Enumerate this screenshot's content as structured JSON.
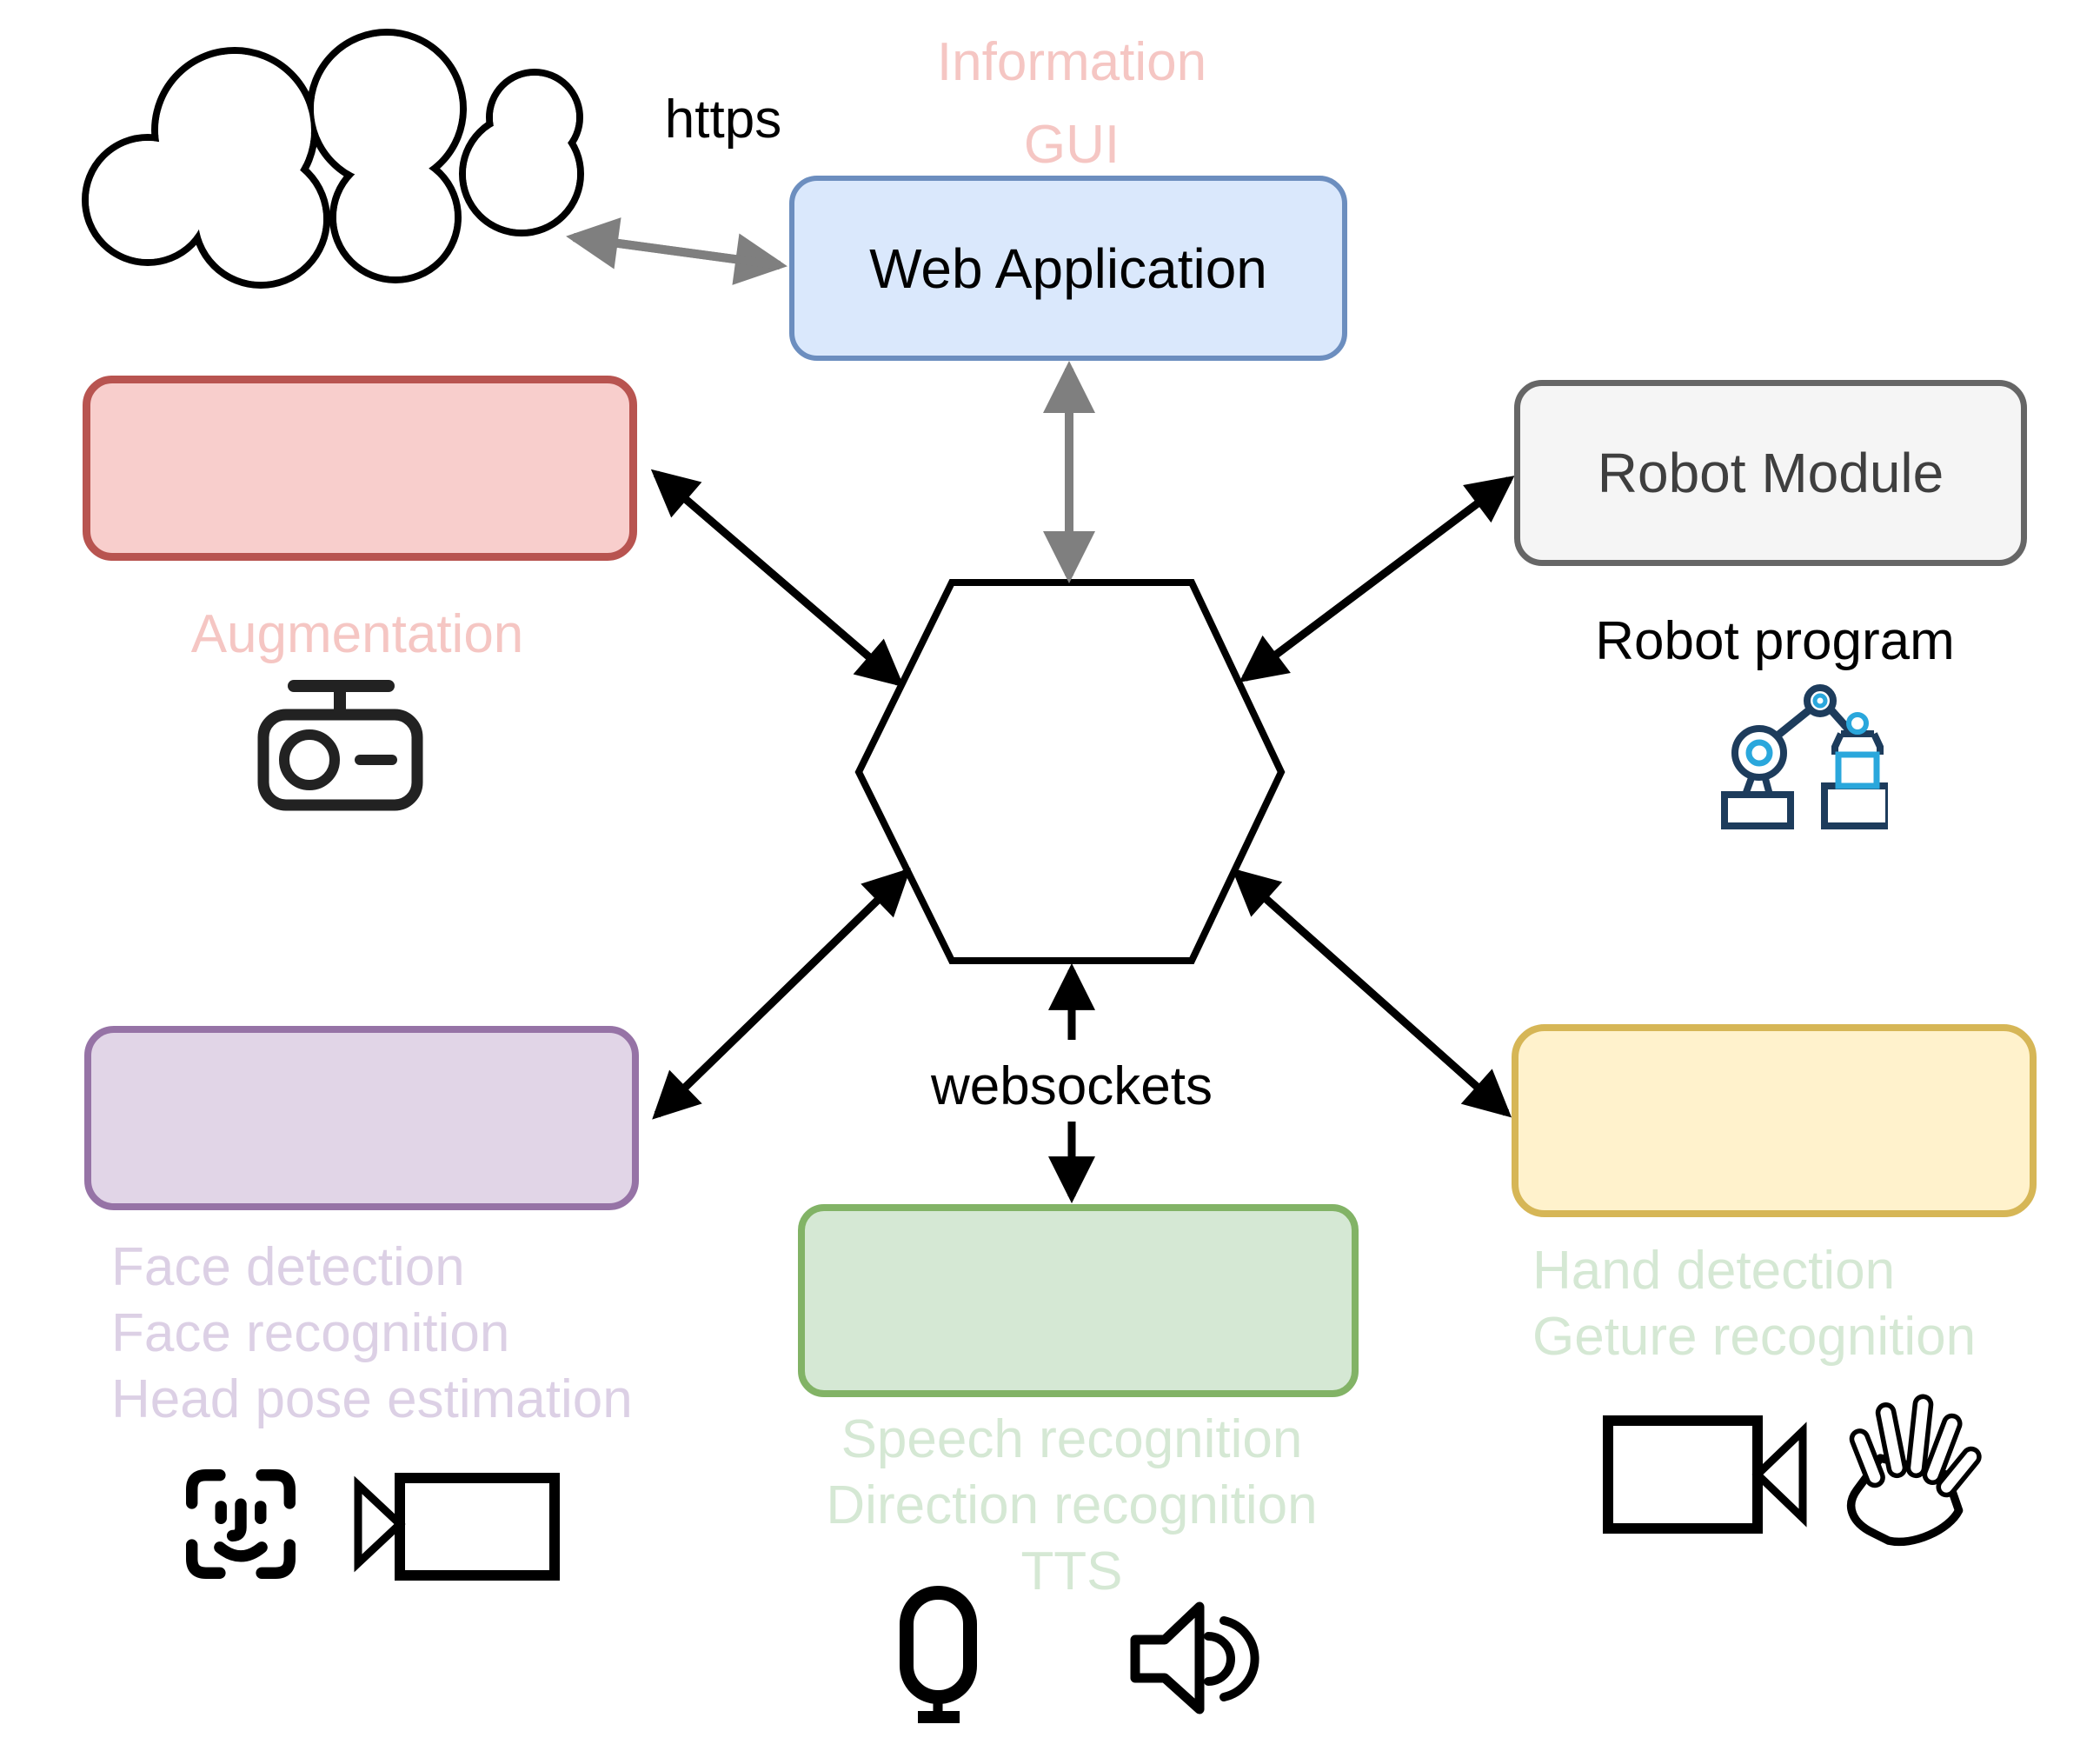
{
  "colors": {
    "blue_fill": "#dae8fc",
    "blue_stroke": "#6c8ebf",
    "red_fill": "#f8cecc",
    "red_stroke": "#b85450",
    "purple_fill": "#e1d5e7",
    "purple_stroke": "#9673a6",
    "green_fill": "#d5e8d4",
    "green_stroke": "#82b366",
    "yellow_fill": "#fff2cc",
    "yellow_stroke": "#d6b656",
    "gray_fill": "#f5f5f5",
    "gray_stroke": "#666666",
    "pink_text": "#f5c6c3",
    "purple_text": "#dcd0e5",
    "pale_green_text": "#d5e8d4",
    "gray_arrow": "#7f7f7f",
    "black_arrow": "#000000",
    "robot_icon_navy": "#1d3c5c",
    "robot_icon_cyan": "#2aa7dc"
  },
  "edges": {
    "https": "https",
    "websockets": "websockets"
  },
  "web_application": {
    "top_label_line1": "Information",
    "top_label_line2": "GUI",
    "label": "Web Application"
  },
  "robot_module": {
    "label": "Robot Module",
    "sublabel": "Robot program"
  },
  "augmentation_module": {
    "label": "Augmentation"
  },
  "face_module": {
    "lines": [
      "Face detection",
      "Face recognition",
      "Head pose estimation"
    ]
  },
  "speech_module": {
    "lines": [
      "Speech recognition",
      "Direction recognition",
      "TTS"
    ]
  },
  "hand_module": {
    "lines": [
      "Hand detection",
      "Geture recognition"
    ]
  },
  "icons": {
    "cloud": "cloud-icon",
    "camera": "surveillance-camera-icon",
    "face_id": "face-id-icon",
    "video_camera_left": "video-camera-icon",
    "video_camera_right": "video-camera-icon",
    "hand": "hand-icon",
    "microphone": "microphone-icon",
    "speaker": "speaker-icon",
    "robot_arm": "robot-arm-icon",
    "hexagon": "message-hub-hexagon"
  }
}
